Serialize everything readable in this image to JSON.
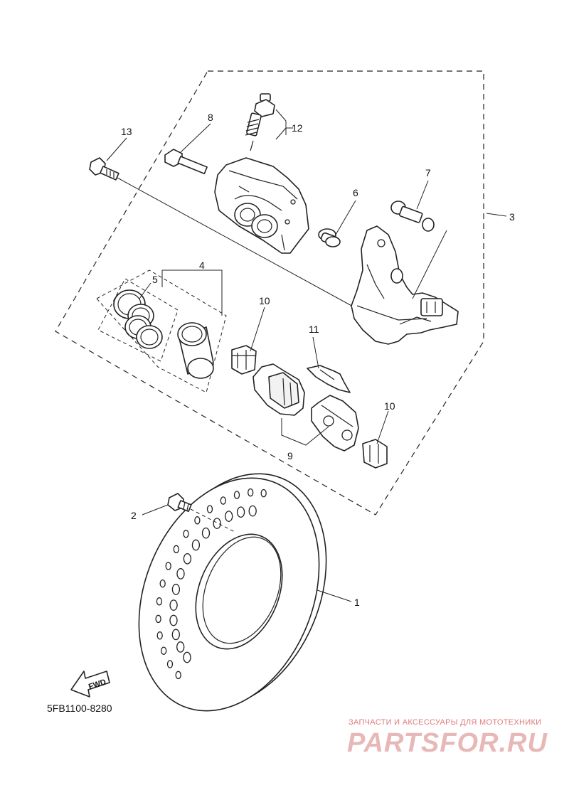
{
  "diagram": {
    "callouts": {
      "c1": "1",
      "c2": "2",
      "c3": "3",
      "c4": "4",
      "c5": "5",
      "c6": "6",
      "c7": "7",
      "c8": "8",
      "c9": "9",
      "c10a": "10",
      "c10b": "10",
      "c11": "11",
      "c12": "12",
      "c13": "13"
    },
    "fwd_label": "FWD",
    "part_code": "5FB1100-8280"
  },
  "watermark": {
    "tagline": "ЗАПЧАСТИ И АКСЕССУАРЫ ДЛЯ МОТОТЕХНИКИ",
    "brand": "PARTSFOR.RU"
  }
}
